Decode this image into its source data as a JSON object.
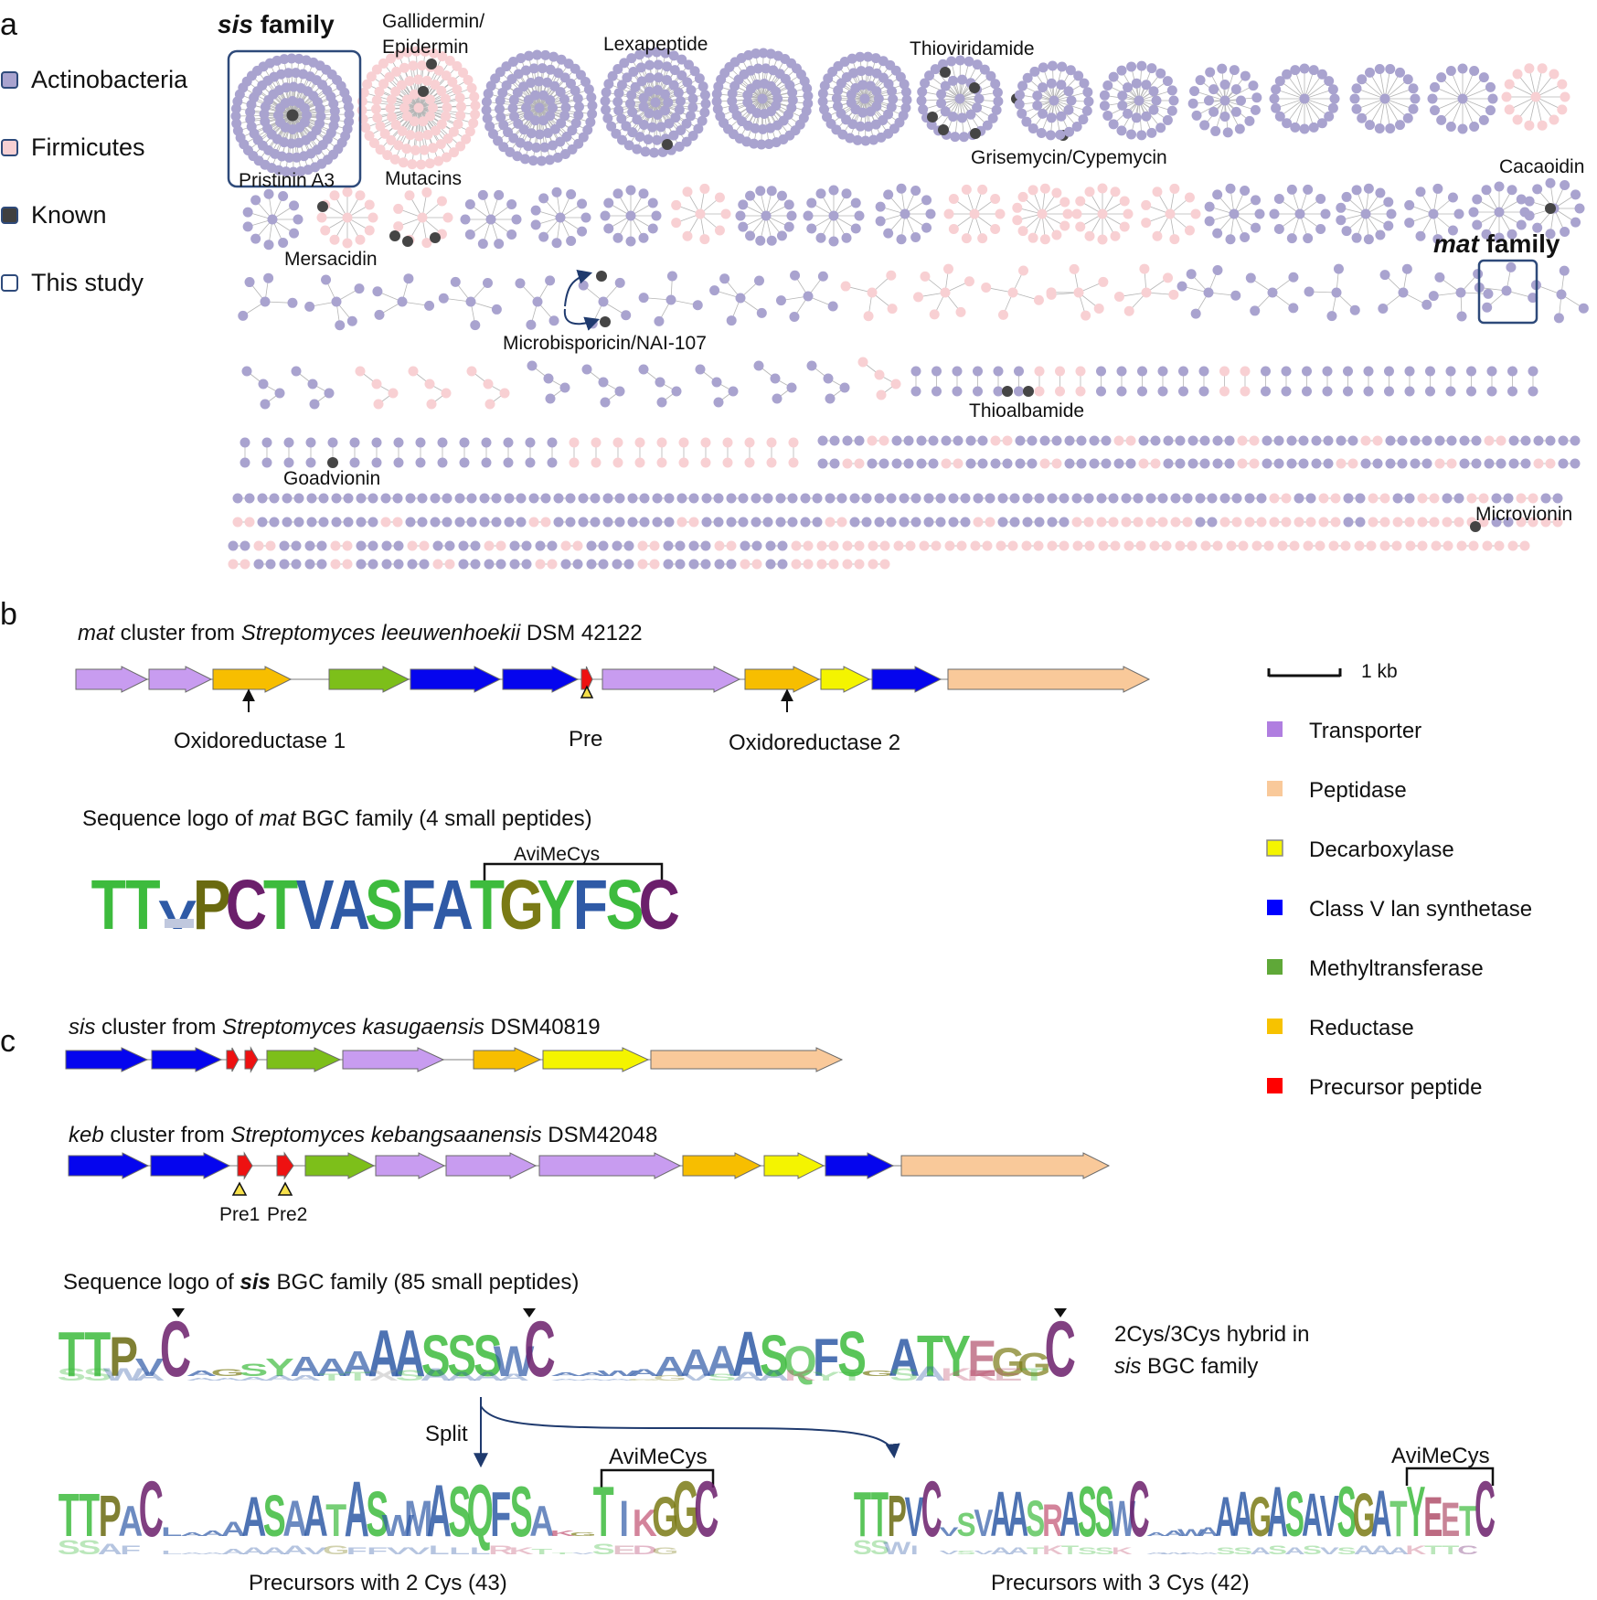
{
  "panels": {
    "a": "a",
    "b": "b",
    "c": "c"
  },
  "panel_a": {
    "legend": [
      {
        "label": "Actinobacteria",
        "fill": "#a9a3cf",
        "stroke": "#2e4a7a"
      },
      {
        "label": "Firmicutes",
        "fill": "#f7d0d3",
        "stroke": "#2e4a7a"
      },
      {
        "label": "Known",
        "fill": "#404040",
        "stroke": "#2e4a7a"
      },
      {
        "label": "This study",
        "fill": "#ffffff",
        "stroke": "#2e4a7a"
      }
    ],
    "sis_family_prefix": "sis",
    "sis_family_suffix": " family",
    "mat_family_prefix": "mat",
    "mat_family_suffix": " family",
    "labels": {
      "gallidermin_1": "Gallidermin/",
      "gallidermin_2": "Epidermin",
      "lexapeptide": "Lexapeptide",
      "thioviridamide": "Thioviridamide",
      "pristinin": "Pristinin A3",
      "mutacins": "Mutacins",
      "grisemycin": "Grisemycin/Cypemycin",
      "cacaoidin": "Cacaoidin",
      "mersacidin": "Mersacidin",
      "microbisporicin": "Microbisporicin/NAI-107",
      "thioalbamide": "Thioalbamide",
      "goadvionin": "Goadvionin",
      "microvionin": "Microvionin"
    },
    "colors": {
      "actino": "#a9a3cf",
      "firmi": "#f8d0d3",
      "known": "#454545",
      "box": "#2e4a7a"
    }
  },
  "panel_b": {
    "title_prefix": "mat",
    "title_mid": " cluster from ",
    "title_species": "Streptomyces leeuwenhoekii",
    "title_strain": " DSM 42122",
    "scale_label": "1 kb",
    "genes": [
      "transporter",
      "transporter",
      "reductase",
      "methyltransferase",
      "synthetase",
      "synthetase",
      "precursor",
      "transporter",
      "reductase",
      "decarboxylase",
      "synthetase",
      "peptidase"
    ],
    "annotations": {
      "ox1": "Oxidoreductase 1",
      "pre": "Pre",
      "ox2": "Oxidoreductase 2"
    },
    "logo_title_prefix": "Sequence logo of ",
    "logo_title_italic": "mat",
    "logo_title_suffix": " BGC family (4 small peptides)",
    "logo_bracket": "AviMeCys",
    "logo_letters": "TTVPCTVASFATGYFSC"
  },
  "legend_genes": [
    {
      "label": "Transporter",
      "color": "#b07ee0"
    },
    {
      "label": "Peptidase",
      "color": "#f9c99a"
    },
    {
      "label": "Decarboxylase",
      "color": "#f4f400"
    },
    {
      "label": "Class V lan synthetase",
      "color": "#0000ff"
    },
    {
      "label": "Methyltransferase",
      "color": "#5fa838"
    },
    {
      "label": "Reductase",
      "color": "#f7c200"
    },
    {
      "label": "Precursor peptide",
      "color": "#ff0000"
    }
  ],
  "panel_c": {
    "sis_prefix": "sis",
    "sis_mid": " cluster from ",
    "sis_species": "Streptomyces kasugaensis",
    "sis_strain": " DSM40819",
    "sis_genes": [
      "synthetase",
      "synthetase",
      "precursor",
      "precursor",
      "methyltransferase",
      "transporter",
      "reductase",
      "decarboxylase",
      "peptidase"
    ],
    "keb_prefix": "keb",
    "keb_mid": " cluster from ",
    "keb_species": "Streptomyces kebangsaanensis",
    "keb_strain": " DSM42048",
    "keb_genes": [
      "synthetase",
      "synthetase",
      "precursor",
      "precursor",
      "methyltransferase",
      "transporter",
      "transporter",
      "transporter",
      "reductase",
      "decarboxylase",
      "synthetase",
      "peptidase"
    ],
    "pre1": "Pre1",
    "pre2": "Pre2",
    "logo_title_prefix": "Sequence logo of ",
    "logo_title_bold": "sis",
    "logo_title_suffix": " BGC family (85 small peptides)",
    "hybrid_1": "2Cys/3Cys hybrid in",
    "hybrid_2_italic": "sis",
    "hybrid_2_rest": " BGC family",
    "split": "Split",
    "bracket_left": "AviMeCys",
    "bracket_right": "AviMeCys",
    "caption_left": "Precursors with 2 Cys (43)",
    "caption_right": "Precursors with 3 Cys (42)"
  }
}
